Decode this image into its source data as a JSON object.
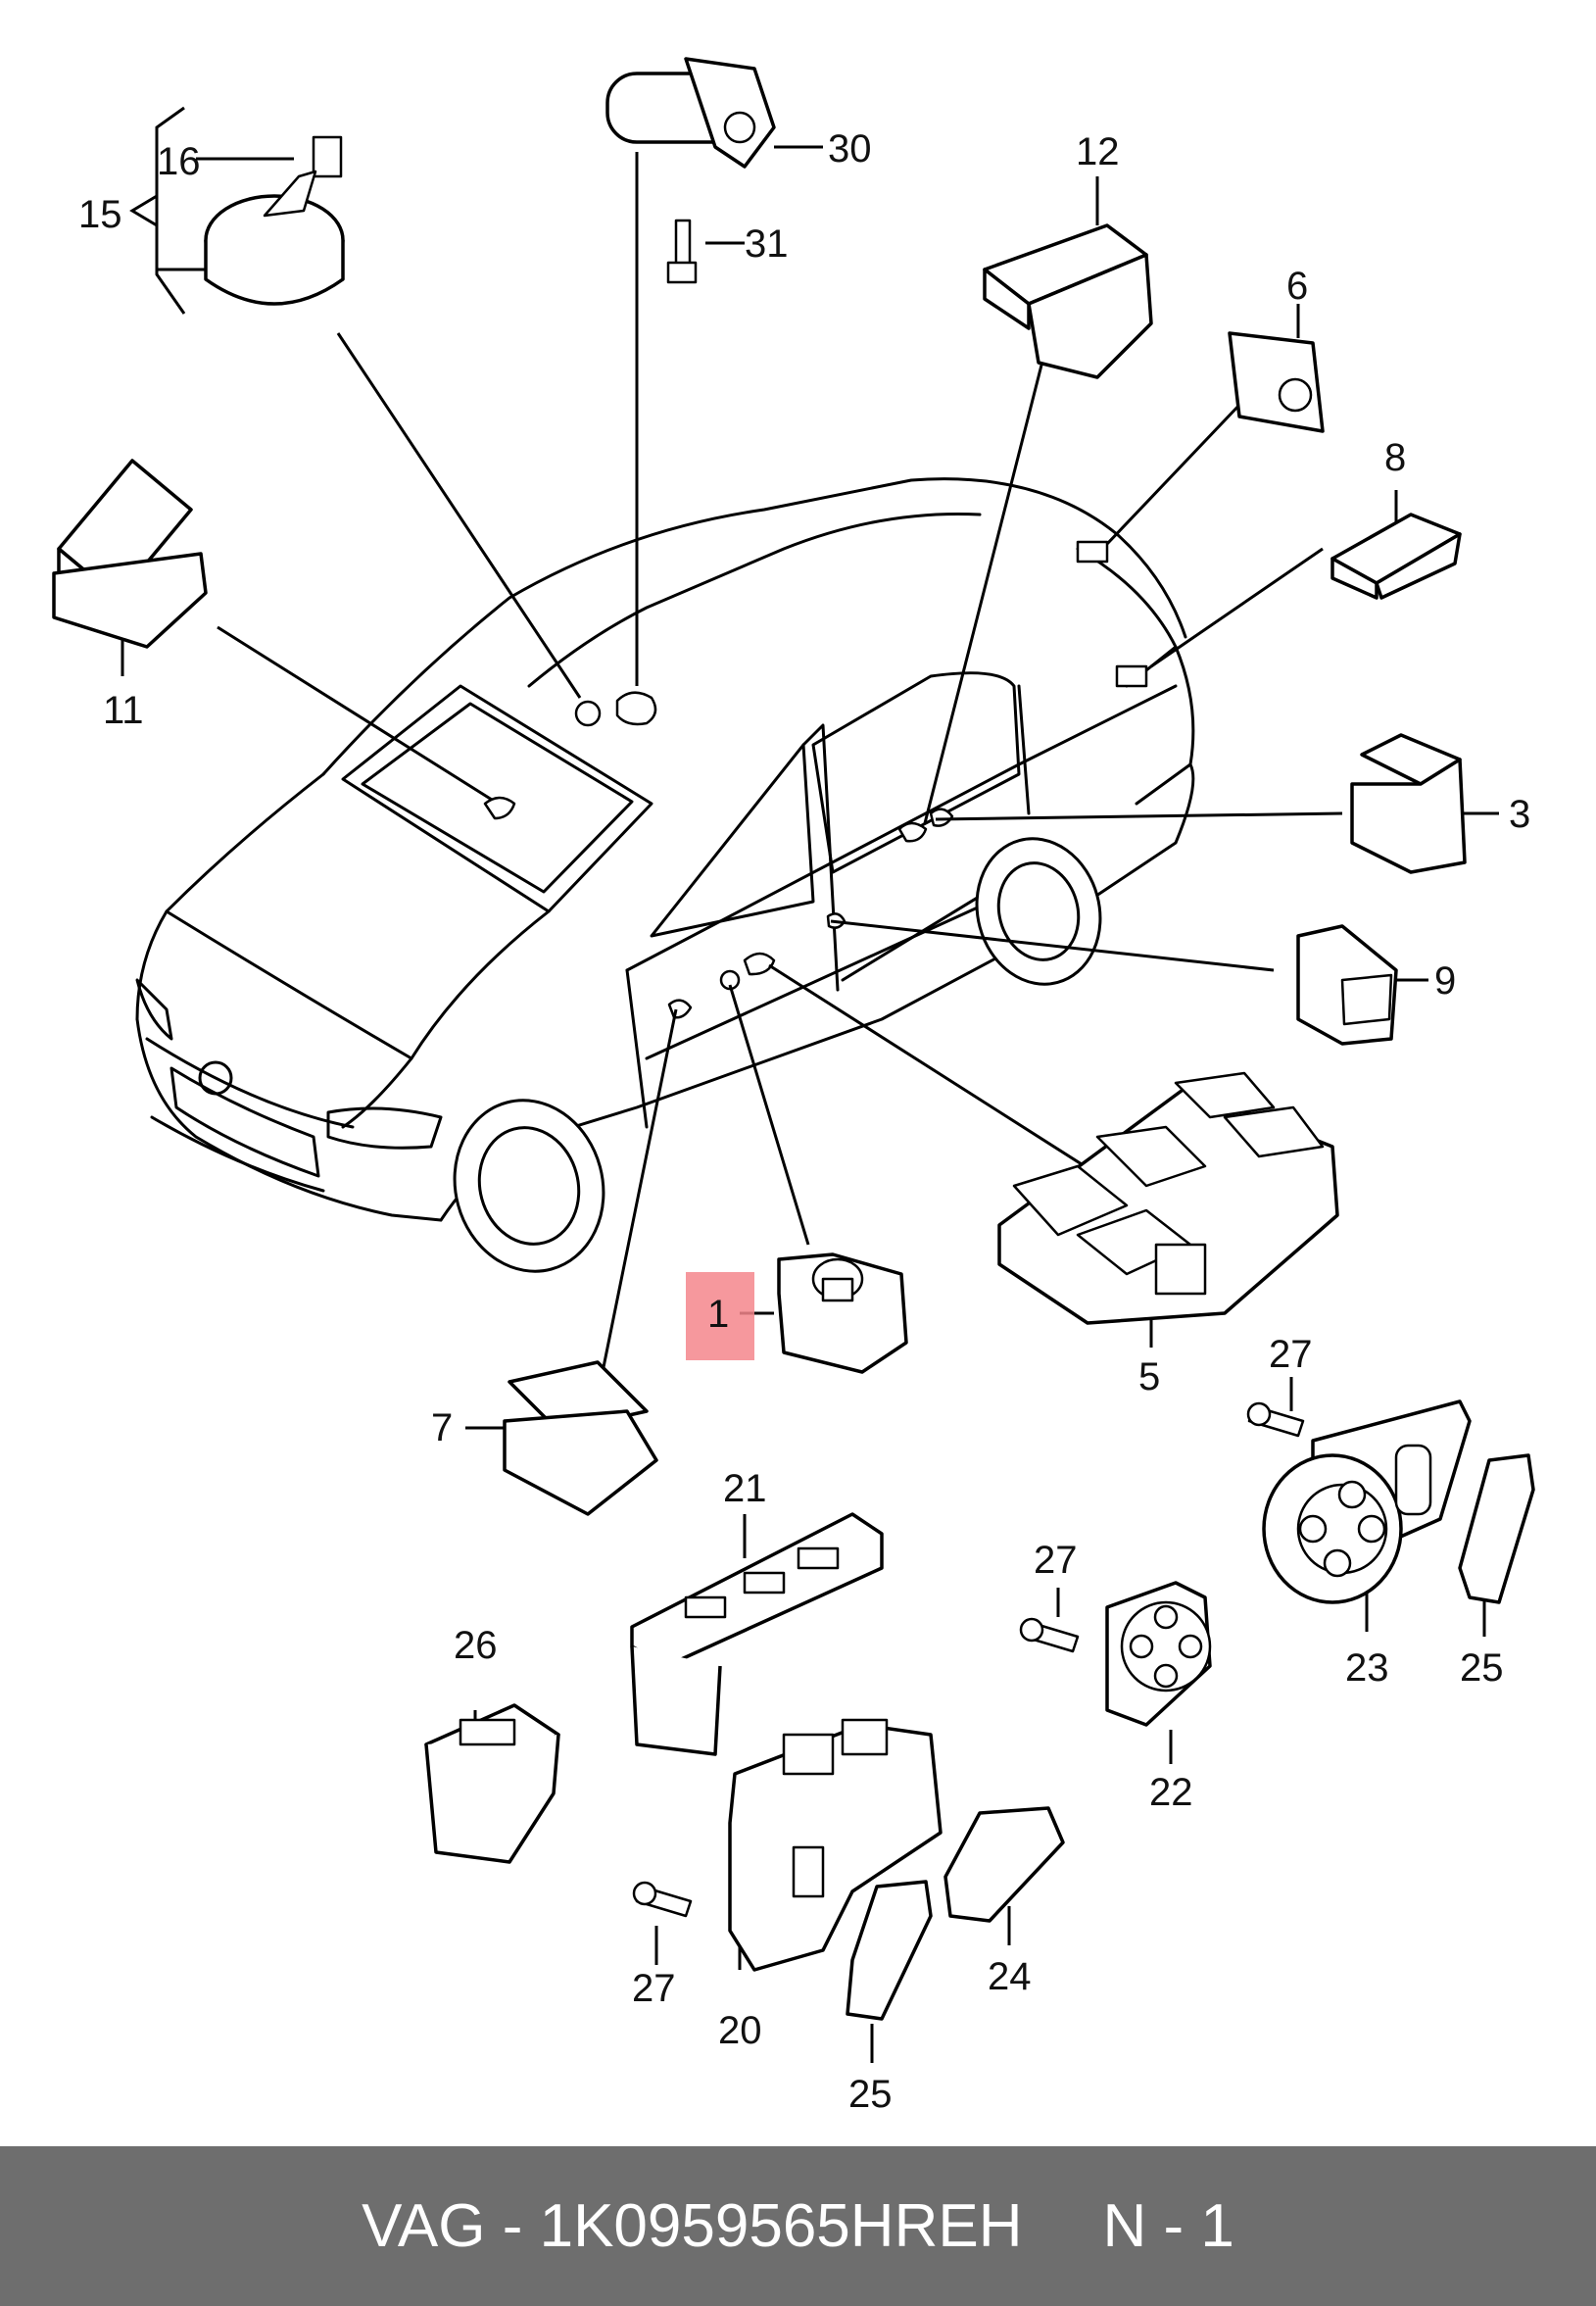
{
  "diagram": {
    "callouts": [
      {
        "id": "n15",
        "text": "15"
      },
      {
        "id": "n16",
        "text": "16"
      },
      {
        "id": "n30",
        "text": "30"
      },
      {
        "id": "n31",
        "text": "31"
      },
      {
        "id": "n12",
        "text": "12"
      },
      {
        "id": "n6",
        "text": "6"
      },
      {
        "id": "n8",
        "text": "8"
      },
      {
        "id": "n11",
        "text": "11"
      },
      {
        "id": "n3",
        "text": "3"
      },
      {
        "id": "n9",
        "text": "9"
      },
      {
        "id": "n5",
        "text": "5"
      },
      {
        "id": "n1",
        "text": "1"
      },
      {
        "id": "n7",
        "text": "7"
      },
      {
        "id": "n27a",
        "text": "27"
      },
      {
        "id": "n21",
        "text": "21"
      },
      {
        "id": "n27b",
        "text": "27"
      },
      {
        "id": "n23",
        "text": "23"
      },
      {
        "id": "n25a",
        "text": "25"
      },
      {
        "id": "n26",
        "text": "26"
      },
      {
        "id": "n22",
        "text": "22"
      },
      {
        "id": "n27c",
        "text": "27"
      },
      {
        "id": "n20",
        "text": "20"
      },
      {
        "id": "n24",
        "text": "24"
      },
      {
        "id": "n25b",
        "text": "25"
      }
    ],
    "highlighted_part": "1",
    "highlight_color": "#f4868c"
  },
  "footer": {
    "part_number": "VAG - 1K0959565HREH",
    "quantity": "N - 1",
    "background": "#6e6e6e"
  }
}
